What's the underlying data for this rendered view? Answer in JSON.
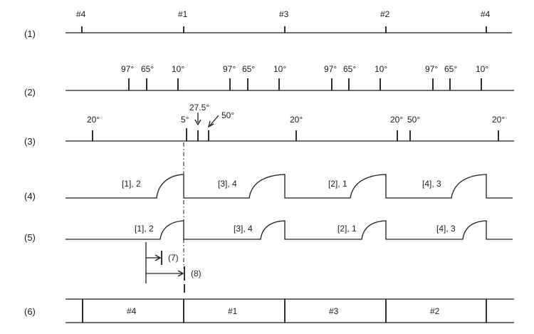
{
  "row_labels": [
    "(1)",
    "(2)",
    "(3)",
    "(4)",
    "(5)",
    "(6)"
  ],
  "row1": {
    "tick_labels": [
      "#4",
      "#1",
      "#3",
      "#2",
      "#4"
    ]
  },
  "row2": {
    "groups": [
      [
        "97°",
        "65°",
        "10°"
      ],
      [
        "97°",
        "65°",
        "10°"
      ],
      [
        "97°",
        "65°",
        "10°"
      ],
      [
        "97°",
        "65°",
        "10°"
      ]
    ]
  },
  "row3": {
    "labels": {
      "a": "20°",
      "b": "5°",
      "c": "27.5°",
      "d": "50°",
      "e": "20°",
      "f": "20°",
      "g": "50°",
      "h": "20°"
    }
  },
  "row4": {
    "pulse_labels": [
      "[1], 2",
      "[3], 4",
      "[2], 1",
      "[4], 3"
    ]
  },
  "row5": {
    "pulse_labels": [
      "[1], 2",
      "[3], 4",
      "[2], 1",
      "[4], 3"
    ]
  },
  "intervals": {
    "seven": "(7)",
    "eight": "(8)"
  },
  "row6": {
    "boxes": [
      "#4",
      "#1",
      "#3",
      "#2"
    ]
  }
}
